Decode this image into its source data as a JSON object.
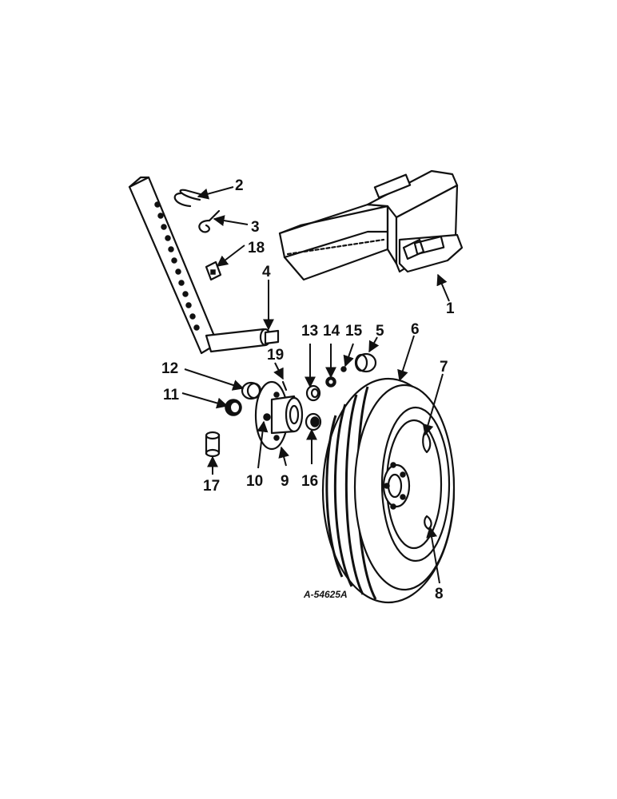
{
  "figure_ref": "A-54625A",
  "callouts": {
    "c1": "1",
    "c2": "2",
    "c3": "3",
    "c4": "4",
    "c5": "5",
    "c6": "6",
    "c7": "7",
    "c8": "8",
    "c9": "9",
    "c10": "10",
    "c11": "11",
    "c12": "12",
    "c13": "13",
    "c14": "14",
    "c15": "15",
    "c16": "16",
    "c17": "17",
    "c18": "18",
    "c19": "19"
  }
}
